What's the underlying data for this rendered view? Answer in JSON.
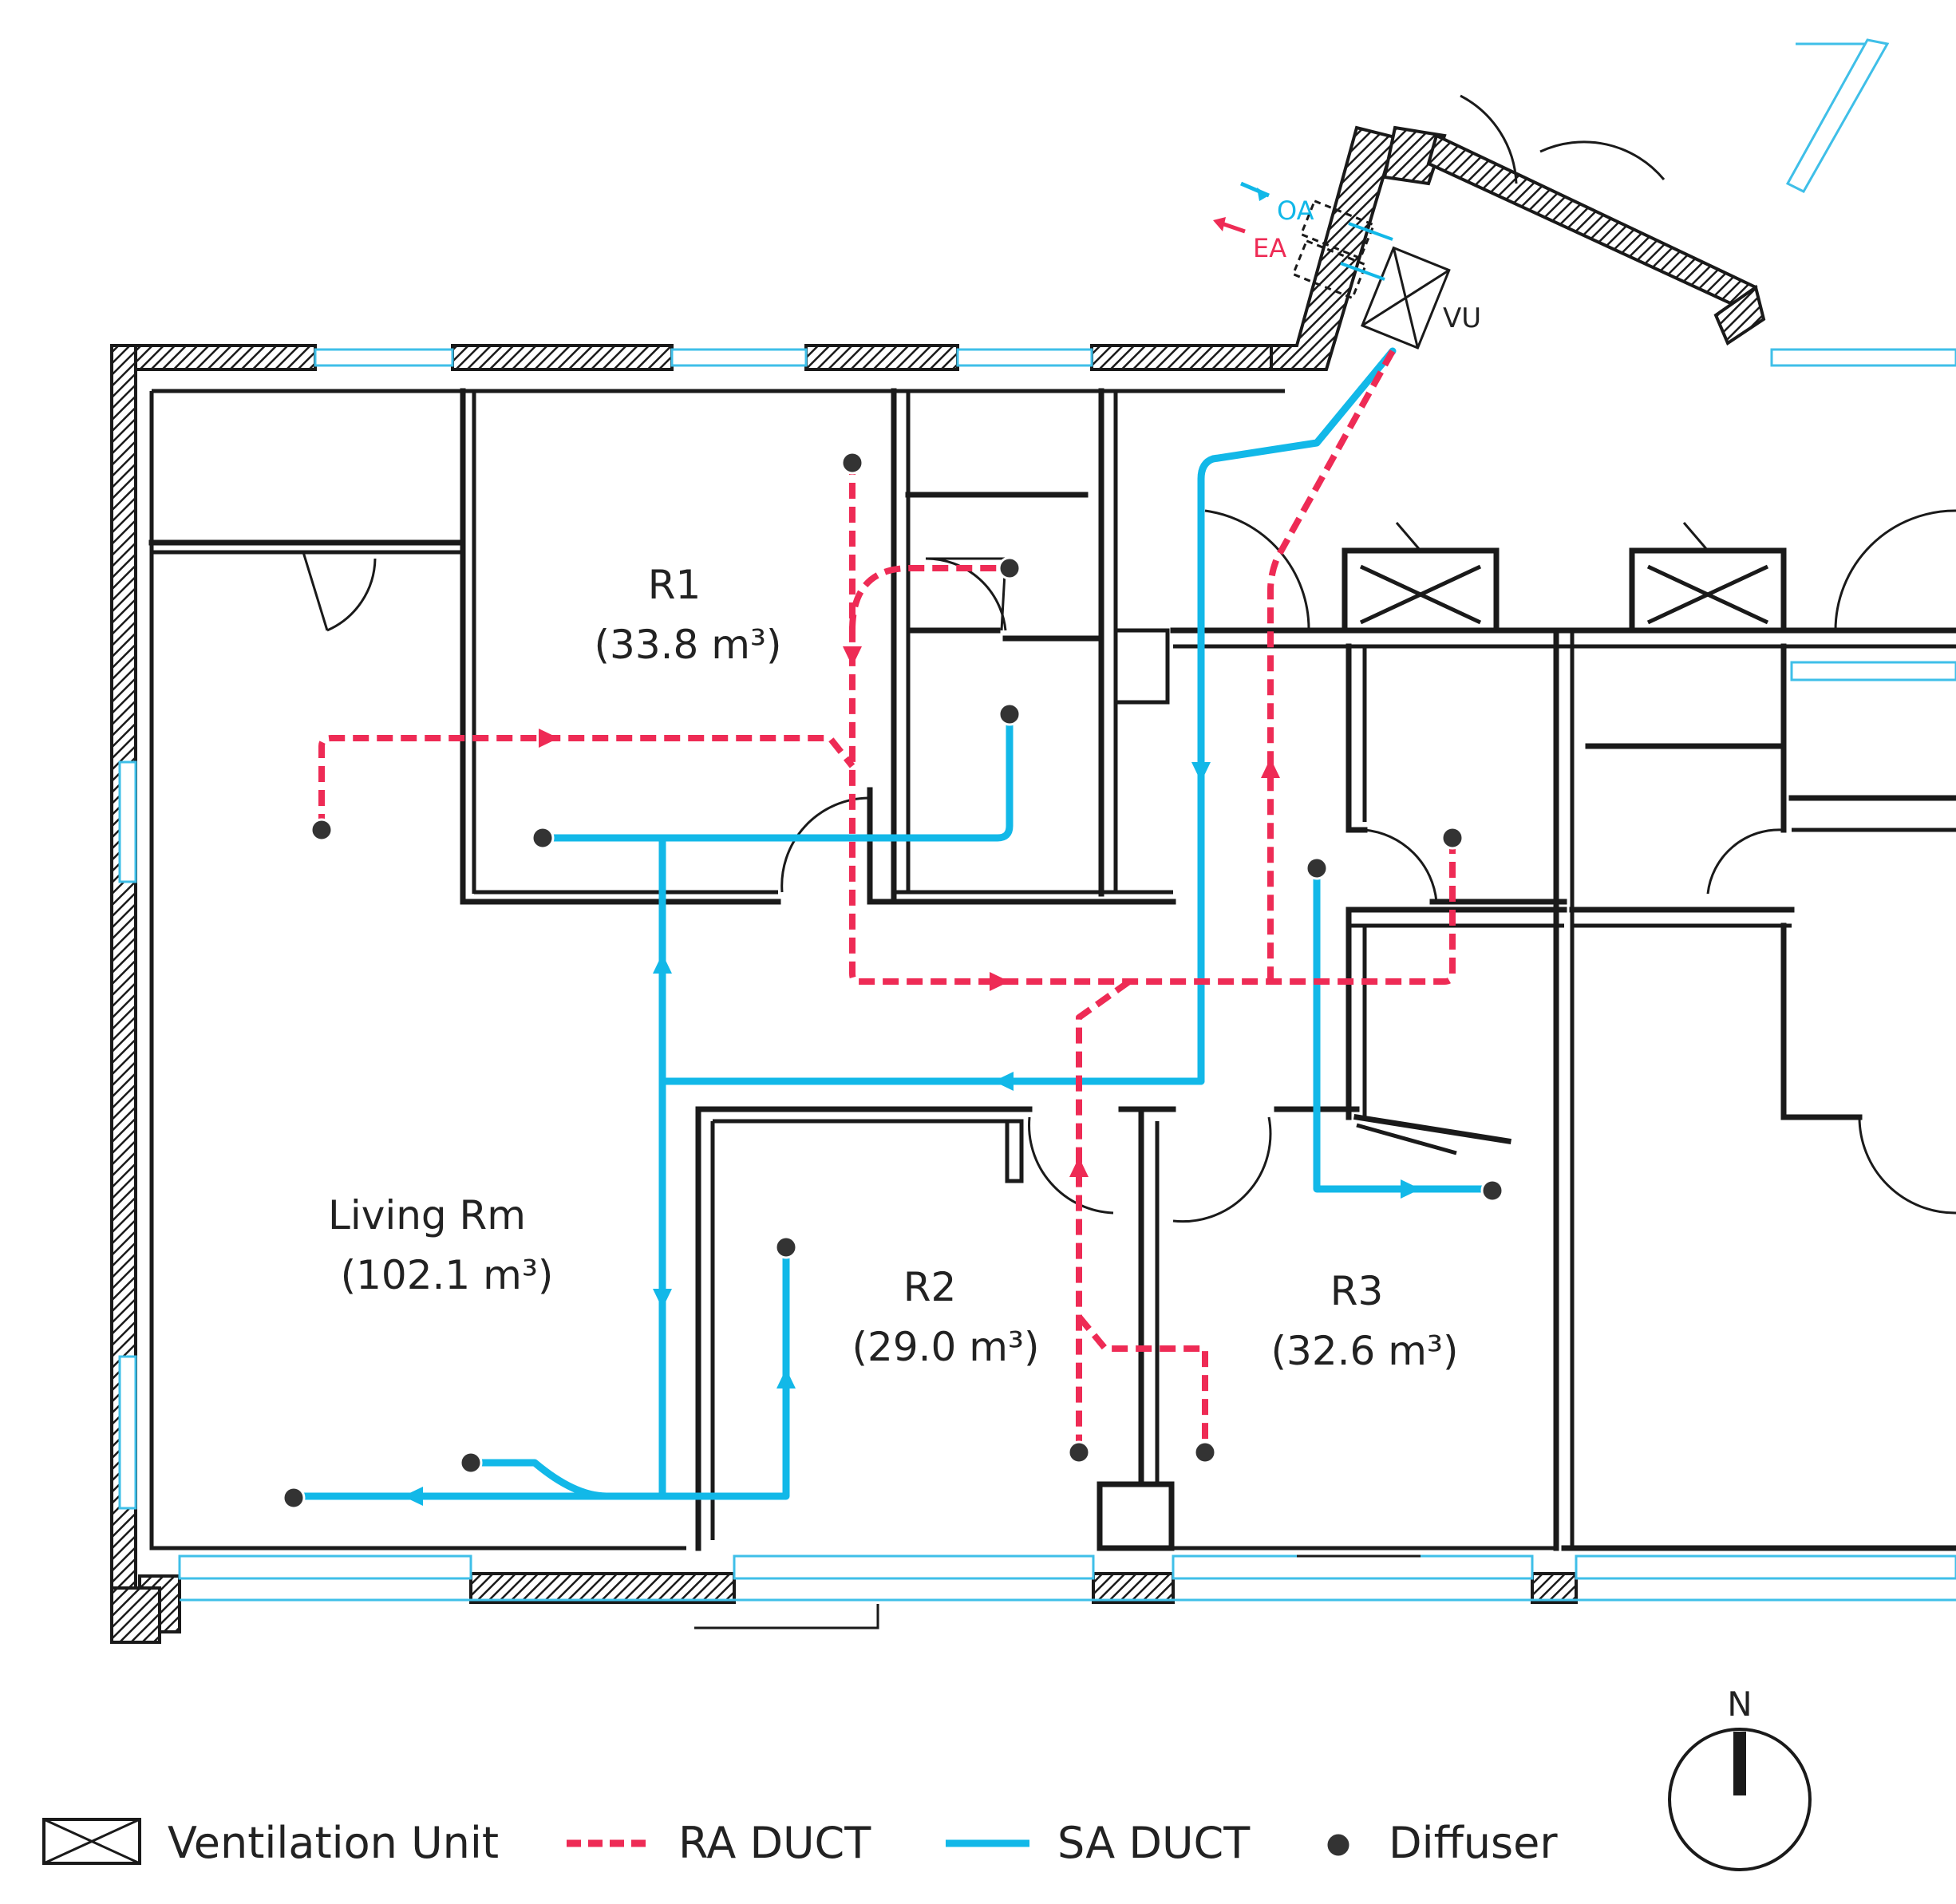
{
  "rooms": {
    "r1": {
      "name": "R1",
      "volume": "(33.8 m³)"
    },
    "living": {
      "name": "Living Rm",
      "volume": "(102.1 m³)"
    },
    "r2": {
      "name": "R2",
      "volume": "(29.0 m³)"
    },
    "r3": {
      "name": "R3",
      "volume": "(32.6 m³)"
    }
  },
  "unit": {
    "label": "VU",
    "oa_label": "OA",
    "ea_label": "EA"
  },
  "north": {
    "label": "N"
  },
  "legend": {
    "ventilation_unit": "Ventilation Unit",
    "ra_duct": "RA DUCT",
    "sa_duct": "SA DUCT",
    "diffuser": "Diffuser"
  },
  "colors": {
    "sa_duct": "#12b8e8",
    "ra_duct": "#ee2b55",
    "wall": "#1a1a1a"
  }
}
